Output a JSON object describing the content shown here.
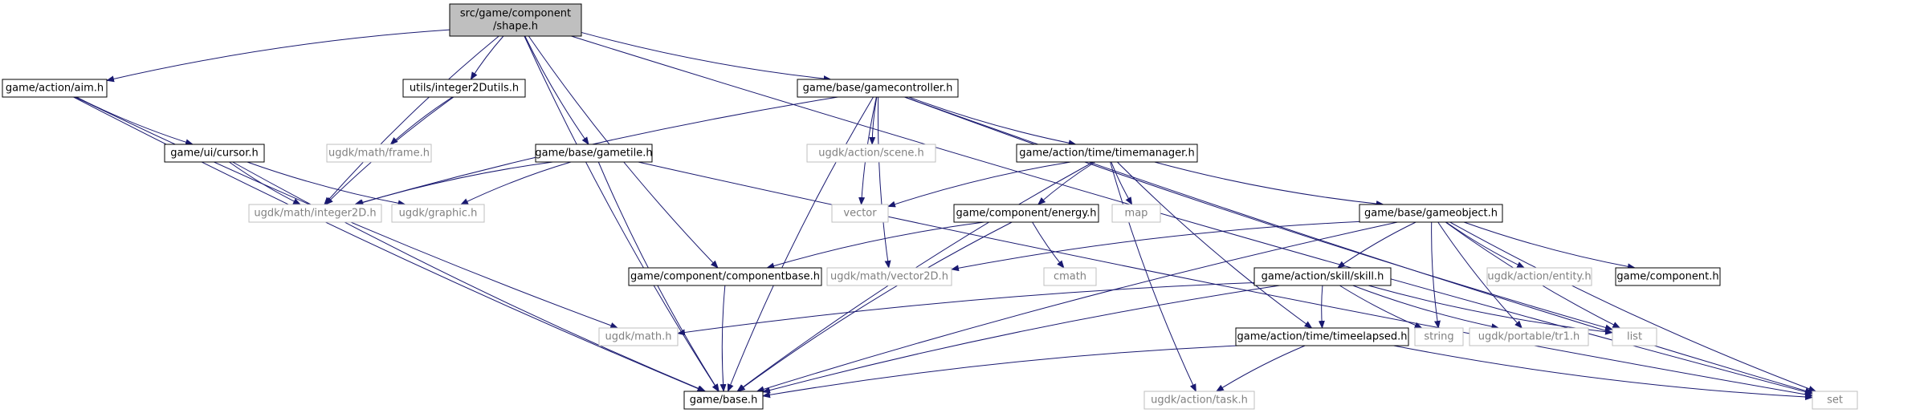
{
  "colors": {
    "edge": "#191970",
    "box_border_dark": "#000000",
    "box_border_light": "#bfbfbf",
    "root_fill": "#bfbfbf",
    "text_dark": "#000000",
    "text_light": "#808080"
  },
  "nodes": [
    {
      "id": "shape",
      "lines": [
        "src/game/component",
        "/shape.h"
      ],
      "style": "root"
    },
    {
      "id": "aim",
      "lines": [
        "game/action/aim.h"
      ],
      "style": "normal"
    },
    {
      "id": "int2dutils",
      "lines": [
        "utils/integer2Dutils.h"
      ],
      "style": "normal"
    },
    {
      "id": "gamecontroller",
      "lines": [
        "game/base/gamecontroller.h"
      ],
      "style": "normal"
    },
    {
      "id": "cursor",
      "lines": [
        "game/ui/cursor.h"
      ],
      "style": "normal"
    },
    {
      "id": "frame",
      "lines": [
        "ugdk/math/frame.h"
      ],
      "style": "external"
    },
    {
      "id": "gametile",
      "lines": [
        "game/base/gametile.h"
      ],
      "style": "normal"
    },
    {
      "id": "scene",
      "lines": [
        "ugdk/action/scene.h"
      ],
      "style": "external"
    },
    {
      "id": "timemanager",
      "lines": [
        "game/action/time/timemanager.h"
      ],
      "style": "normal"
    },
    {
      "id": "integer2d",
      "lines": [
        "ugdk/math/integer2D.h"
      ],
      "style": "external"
    },
    {
      "id": "graphic",
      "lines": [
        "ugdk/graphic.h"
      ],
      "style": "external"
    },
    {
      "id": "vector",
      "lines": [
        "vector"
      ],
      "style": "external"
    },
    {
      "id": "energy",
      "lines": [
        "game/component/energy.h"
      ],
      "style": "normal"
    },
    {
      "id": "map",
      "lines": [
        "map"
      ],
      "style": "external"
    },
    {
      "id": "gameobject",
      "lines": [
        "game/base/gameobject.h"
      ],
      "style": "normal"
    },
    {
      "id": "componentbase",
      "lines": [
        "game/component/componentbase.h"
      ],
      "style": "normal"
    },
    {
      "id": "vector2d",
      "lines": [
        "ugdk/math/vector2D.h"
      ],
      "style": "external"
    },
    {
      "id": "cmath",
      "lines": [
        "cmath"
      ],
      "style": "external"
    },
    {
      "id": "skill",
      "lines": [
        "game/action/skill/skill.h"
      ],
      "style": "normal"
    },
    {
      "id": "entity",
      "lines": [
        "ugdk/action/entity.h"
      ],
      "style": "external"
    },
    {
      "id": "component",
      "lines": [
        "game/component.h"
      ],
      "style": "normal"
    },
    {
      "id": "mathh",
      "lines": [
        "ugdk/math.h"
      ],
      "style": "external"
    },
    {
      "id": "timeelapsed",
      "lines": [
        "game/action/time/timeelapsed.h"
      ],
      "style": "normal"
    },
    {
      "id": "string",
      "lines": [
        "string"
      ],
      "style": "external"
    },
    {
      "id": "tr1",
      "lines": [
        "ugdk/portable/tr1.h"
      ],
      "style": "external"
    },
    {
      "id": "list",
      "lines": [
        "list"
      ],
      "style": "external"
    },
    {
      "id": "base",
      "lines": [
        "game/base.h"
      ],
      "style": "normal"
    },
    {
      "id": "task",
      "lines": [
        "ugdk/action/task.h"
      ],
      "style": "external"
    },
    {
      "id": "set",
      "lines": [
        "set"
      ],
      "style": "external"
    }
  ],
  "edges": [
    [
      "shape",
      "aim"
    ],
    [
      "shape",
      "int2dutils"
    ],
    [
      "shape",
      "gamecontroller"
    ],
    [
      "shape",
      "set"
    ],
    [
      "shape",
      "integer2d"
    ],
    [
      "shape",
      "gametile"
    ],
    [
      "shape",
      "componentbase"
    ],
    [
      "shape",
      "base"
    ],
    [
      "aim",
      "cursor"
    ],
    [
      "aim",
      "base"
    ],
    [
      "aim",
      "mathh"
    ],
    [
      "int2dutils",
      "frame"
    ],
    [
      "int2dutils",
      "integer2d"
    ],
    [
      "gamecontroller",
      "integer2d"
    ],
    [
      "gamecontroller",
      "scene"
    ],
    [
      "gamecontroller",
      "timemanager"
    ],
    [
      "gamecontroller",
      "vector"
    ],
    [
      "gamecontroller",
      "vector2d"
    ],
    [
      "gamecontroller",
      "base"
    ],
    [
      "gamecontroller",
      "list"
    ],
    [
      "gamecontroller",
      "set"
    ],
    [
      "cursor",
      "integer2d"
    ],
    [
      "cursor",
      "graphic"
    ],
    [
      "cursor",
      "base"
    ],
    [
      "gametile",
      "integer2d"
    ],
    [
      "gametile",
      "graphic"
    ],
    [
      "gametile",
      "base"
    ],
    [
      "gametile",
      "set"
    ],
    [
      "timemanager",
      "vector"
    ],
    [
      "timemanager",
      "energy"
    ],
    [
      "timemanager",
      "map"
    ],
    [
      "timemanager",
      "gameobject"
    ],
    [
      "timemanager",
      "timeelapsed"
    ],
    [
      "timemanager",
      "task"
    ],
    [
      "timemanager",
      "base"
    ],
    [
      "energy",
      "componentbase"
    ],
    [
      "energy",
      "cmath"
    ],
    [
      "energy",
      "base"
    ],
    [
      "gameobject",
      "vector2d"
    ],
    [
      "gameobject",
      "skill"
    ],
    [
      "gameobject",
      "string"
    ],
    [
      "gameobject",
      "entity"
    ],
    [
      "gameobject",
      "component"
    ],
    [
      "gameobject",
      "list"
    ],
    [
      "gameobject",
      "tr1"
    ],
    [
      "gameobject",
      "set"
    ],
    [
      "gameobject",
      "base"
    ],
    [
      "componentbase",
      "base"
    ],
    [
      "skill",
      "mathh"
    ],
    [
      "skill",
      "timeelapsed"
    ],
    [
      "skill",
      "string"
    ],
    [
      "skill",
      "tr1"
    ],
    [
      "skill",
      "list"
    ],
    [
      "skill",
      "base"
    ],
    [
      "timeelapsed",
      "base"
    ],
    [
      "timeelapsed",
      "task"
    ],
    [
      "timeelapsed",
      "set"
    ]
  ]
}
